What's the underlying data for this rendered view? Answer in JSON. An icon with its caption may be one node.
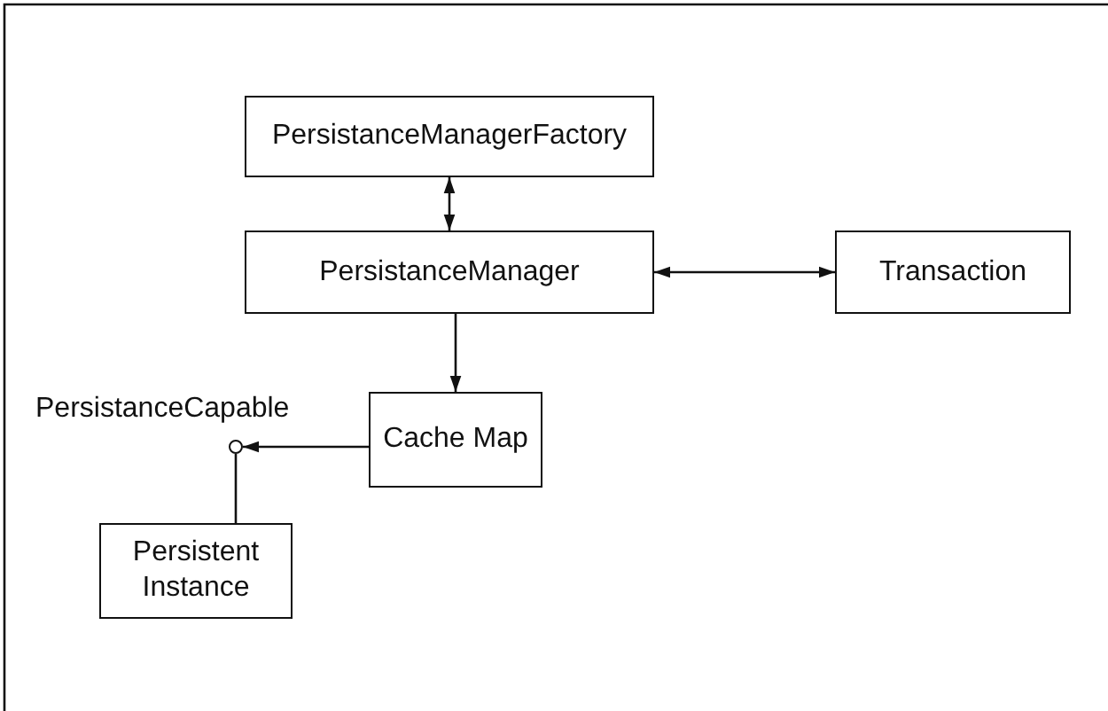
{
  "diagram": {
    "nodes": [
      {
        "text": [
          "PersistanceManagerFactory"
        ]
      },
      {
        "text": [
          "PersistanceManager"
        ]
      },
      {
        "text": [
          "Transaction"
        ]
      },
      {
        "text": [
          "Cache Map"
        ]
      },
      {
        "text": [],
        "shape": "circle",
        "beside": [
          "PersistanceCapable"
        ]
      },
      {
        "text": [
          "Persistent Instance"
        ]
      }
    ],
    "edges": [
      {
        "from": 0,
        "to": 1,
        "arrow": "both"
      },
      {
        "from": 1,
        "to": 2,
        "arrow": "both"
      },
      {
        "from": 1,
        "to": 3,
        "arrow": "to"
      },
      {
        "from": 3,
        "to": 4,
        "arrow": "to"
      },
      {
        "from": 5,
        "to": 4,
        "arrow": "none"
      }
    ]
  }
}
